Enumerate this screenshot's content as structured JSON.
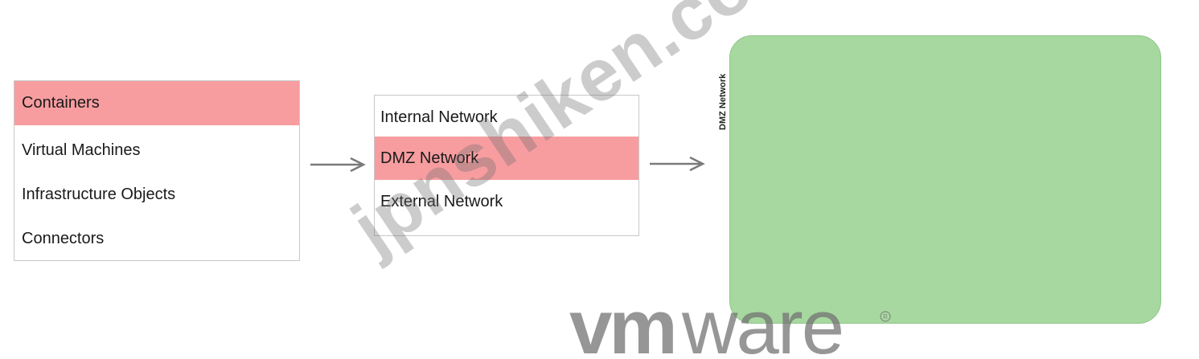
{
  "sources": {
    "items": [
      {
        "label": "Containers",
        "selected": true
      },
      {
        "label": "Virtual Machines",
        "selected": false
      },
      {
        "label": "Infrastructure Objects",
        "selected": false
      },
      {
        "label": "Connectors",
        "selected": false
      }
    ]
  },
  "networks": {
    "items": [
      {
        "label": "Internal Network",
        "selected": false
      },
      {
        "label": "DMZ Network",
        "selected": true
      },
      {
        "label": "External Network",
        "selected": false
      }
    ]
  },
  "drop_zone": {
    "label": "DMZ Network",
    "fill_color": "#a7d8a0"
  },
  "highlight_color": "#f79da0",
  "watermark": {
    "text": "jpnshiken.com",
    "logo_text": "vmware"
  }
}
